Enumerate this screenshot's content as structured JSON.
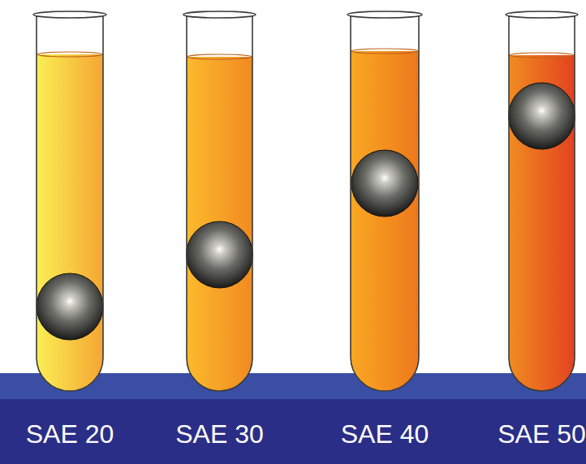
{
  "diagram": {
    "labels": [
      "SAE 20",
      "SAE 30",
      "SAE 40",
      "SAE 50"
    ]
  }
}
